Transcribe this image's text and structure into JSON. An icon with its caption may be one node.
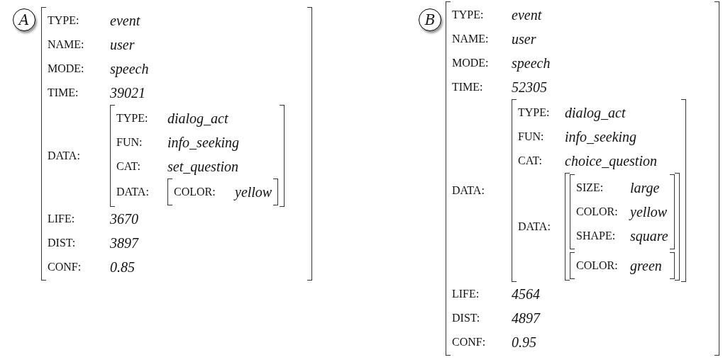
{
  "diagram": {
    "nodes": [
      {
        "text": [
          "A"
        ]
      },
      {
        "text": [
          "TYPE:",
          "event",
          "NAME:",
          "user",
          "MODE:",
          "speech",
          "TIME:",
          "39021",
          "DATA:",
          "LIFE:",
          "3670",
          "DIST:",
          "3897",
          "CONF:",
          "0.85"
        ]
      },
      {
        "text": [
          "TYPE:",
          "dialog_act",
          "FUN:",
          "info_seeking",
          "CAT:",
          "set_question",
          "DATA:"
        ],
        "in": 1
      },
      {
        "text": [
          "COLOR:",
          "yellow"
        ],
        "in": 2
      },
      {
        "text": [
          "B"
        ]
      },
      {
        "text": [
          "TYPE:",
          "event",
          "NAME:",
          "user",
          "MODE:",
          "speech",
          "TIME:",
          "52305",
          "DATA:",
          "LIFE:",
          "4564",
          "DIST:",
          "4897",
          "CONF:",
          "0.95"
        ]
      },
      {
        "text": [
          "TYPE:",
          "dialog_act",
          "FUN:",
          "info_seeking",
          "CAT:",
          "choice_question",
          "DATA:"
        ],
        "in": 5
      },
      {
        "text": [],
        "shape": "box",
        "in": 6
      },
      {
        "text": [
          "SIZE:",
          "large",
          "COLOR:",
          "yellow",
          "SHAPE:",
          "square"
        ],
        "in": 7
      },
      {
        "text": [
          "COLOR:",
          "green"
        ],
        "in": 7
      }
    ]
  }
}
